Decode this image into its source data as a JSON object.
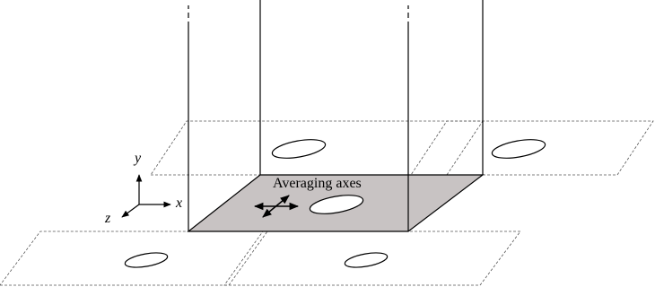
{
  "axes": {
    "x_label": "x",
    "y_label": "y",
    "z_label": "z"
  },
  "annotation": {
    "averaging_axes": "Averaging axes"
  },
  "colors": {
    "shaded_cell": "#c8c3c3",
    "stroke": "#000000",
    "dashed_cell": "#555555"
  }
}
